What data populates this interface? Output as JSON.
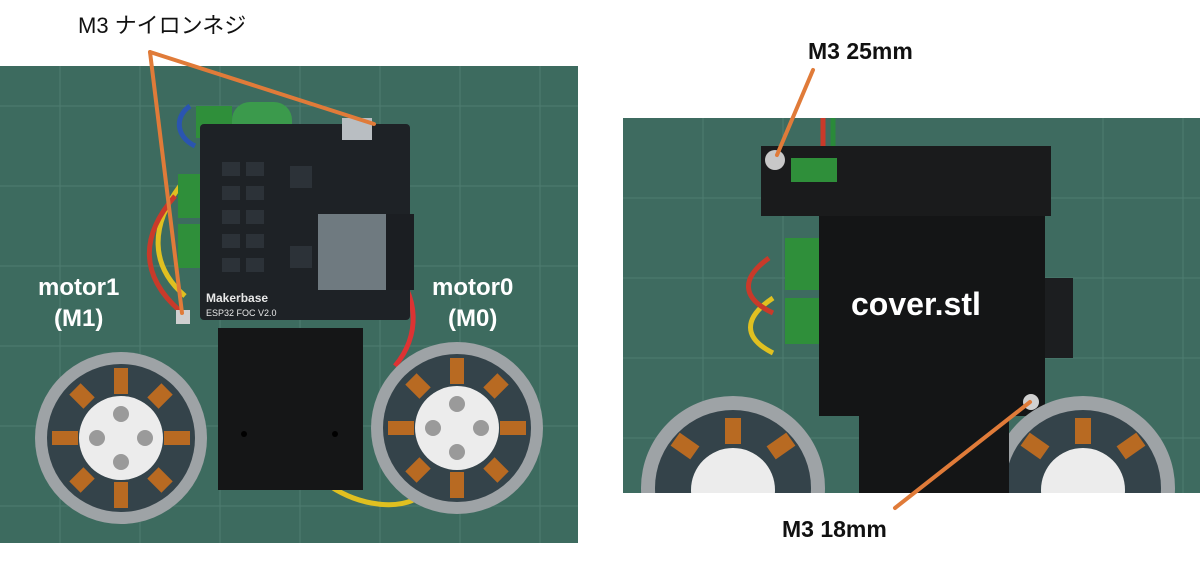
{
  "left": {
    "callout": "M3 ナイロンネジ",
    "motor1": {
      "line1": "motor1",
      "line2": "(M1)"
    },
    "motor0": {
      "line1": "motor0",
      "line2": "(M0)"
    },
    "board_brand": "Makerbase",
    "board_model": "ESP32 FOC V2.0"
  },
  "right": {
    "screw_top": "M3 25mm",
    "cover": "cover.stl",
    "screw_bottom": "M3 18mm"
  },
  "colors": {
    "callout_line": "#e07b39",
    "mat": "#3d6b5f",
    "board": "#1e2226"
  }
}
